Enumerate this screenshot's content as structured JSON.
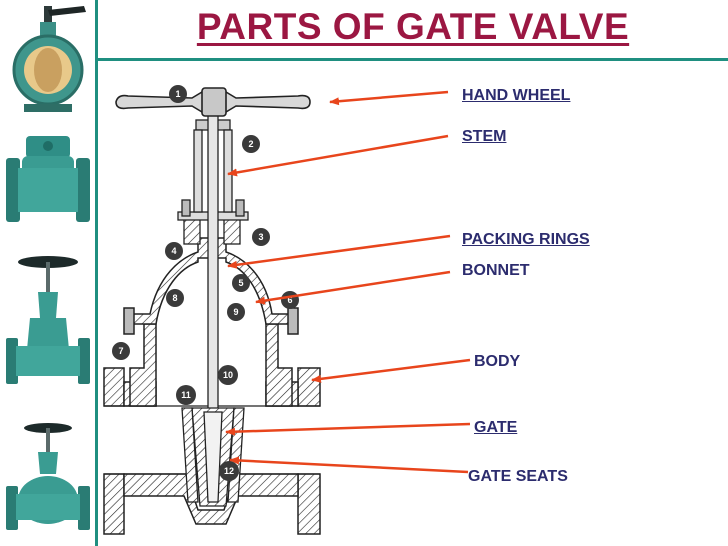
{
  "title": "PARTS OF GATE VALVE",
  "labels": {
    "hand_wheel": "HAND WHEEL",
    "stem": "STEM",
    "packing_rings": "PACKING RINGS",
    "bonnet": "BONNET",
    "body": "BODY",
    "gate": "GATE",
    "gate_seats": "GATE SEATS"
  },
  "callouts": [
    "1",
    "2",
    "3",
    "4",
    "5",
    "6",
    "7",
    "8",
    "9",
    "10",
    "11",
    "12"
  ],
  "colors": {
    "title": "#9b1742",
    "label": "#2c2c6e",
    "arrow": "#e8451c",
    "teal": "#1f8f80"
  },
  "sidebar_icons": [
    "butterfly-valve-icon",
    "check-valve-icon",
    "gate-valve-icon",
    "globe-valve-icon"
  ]
}
